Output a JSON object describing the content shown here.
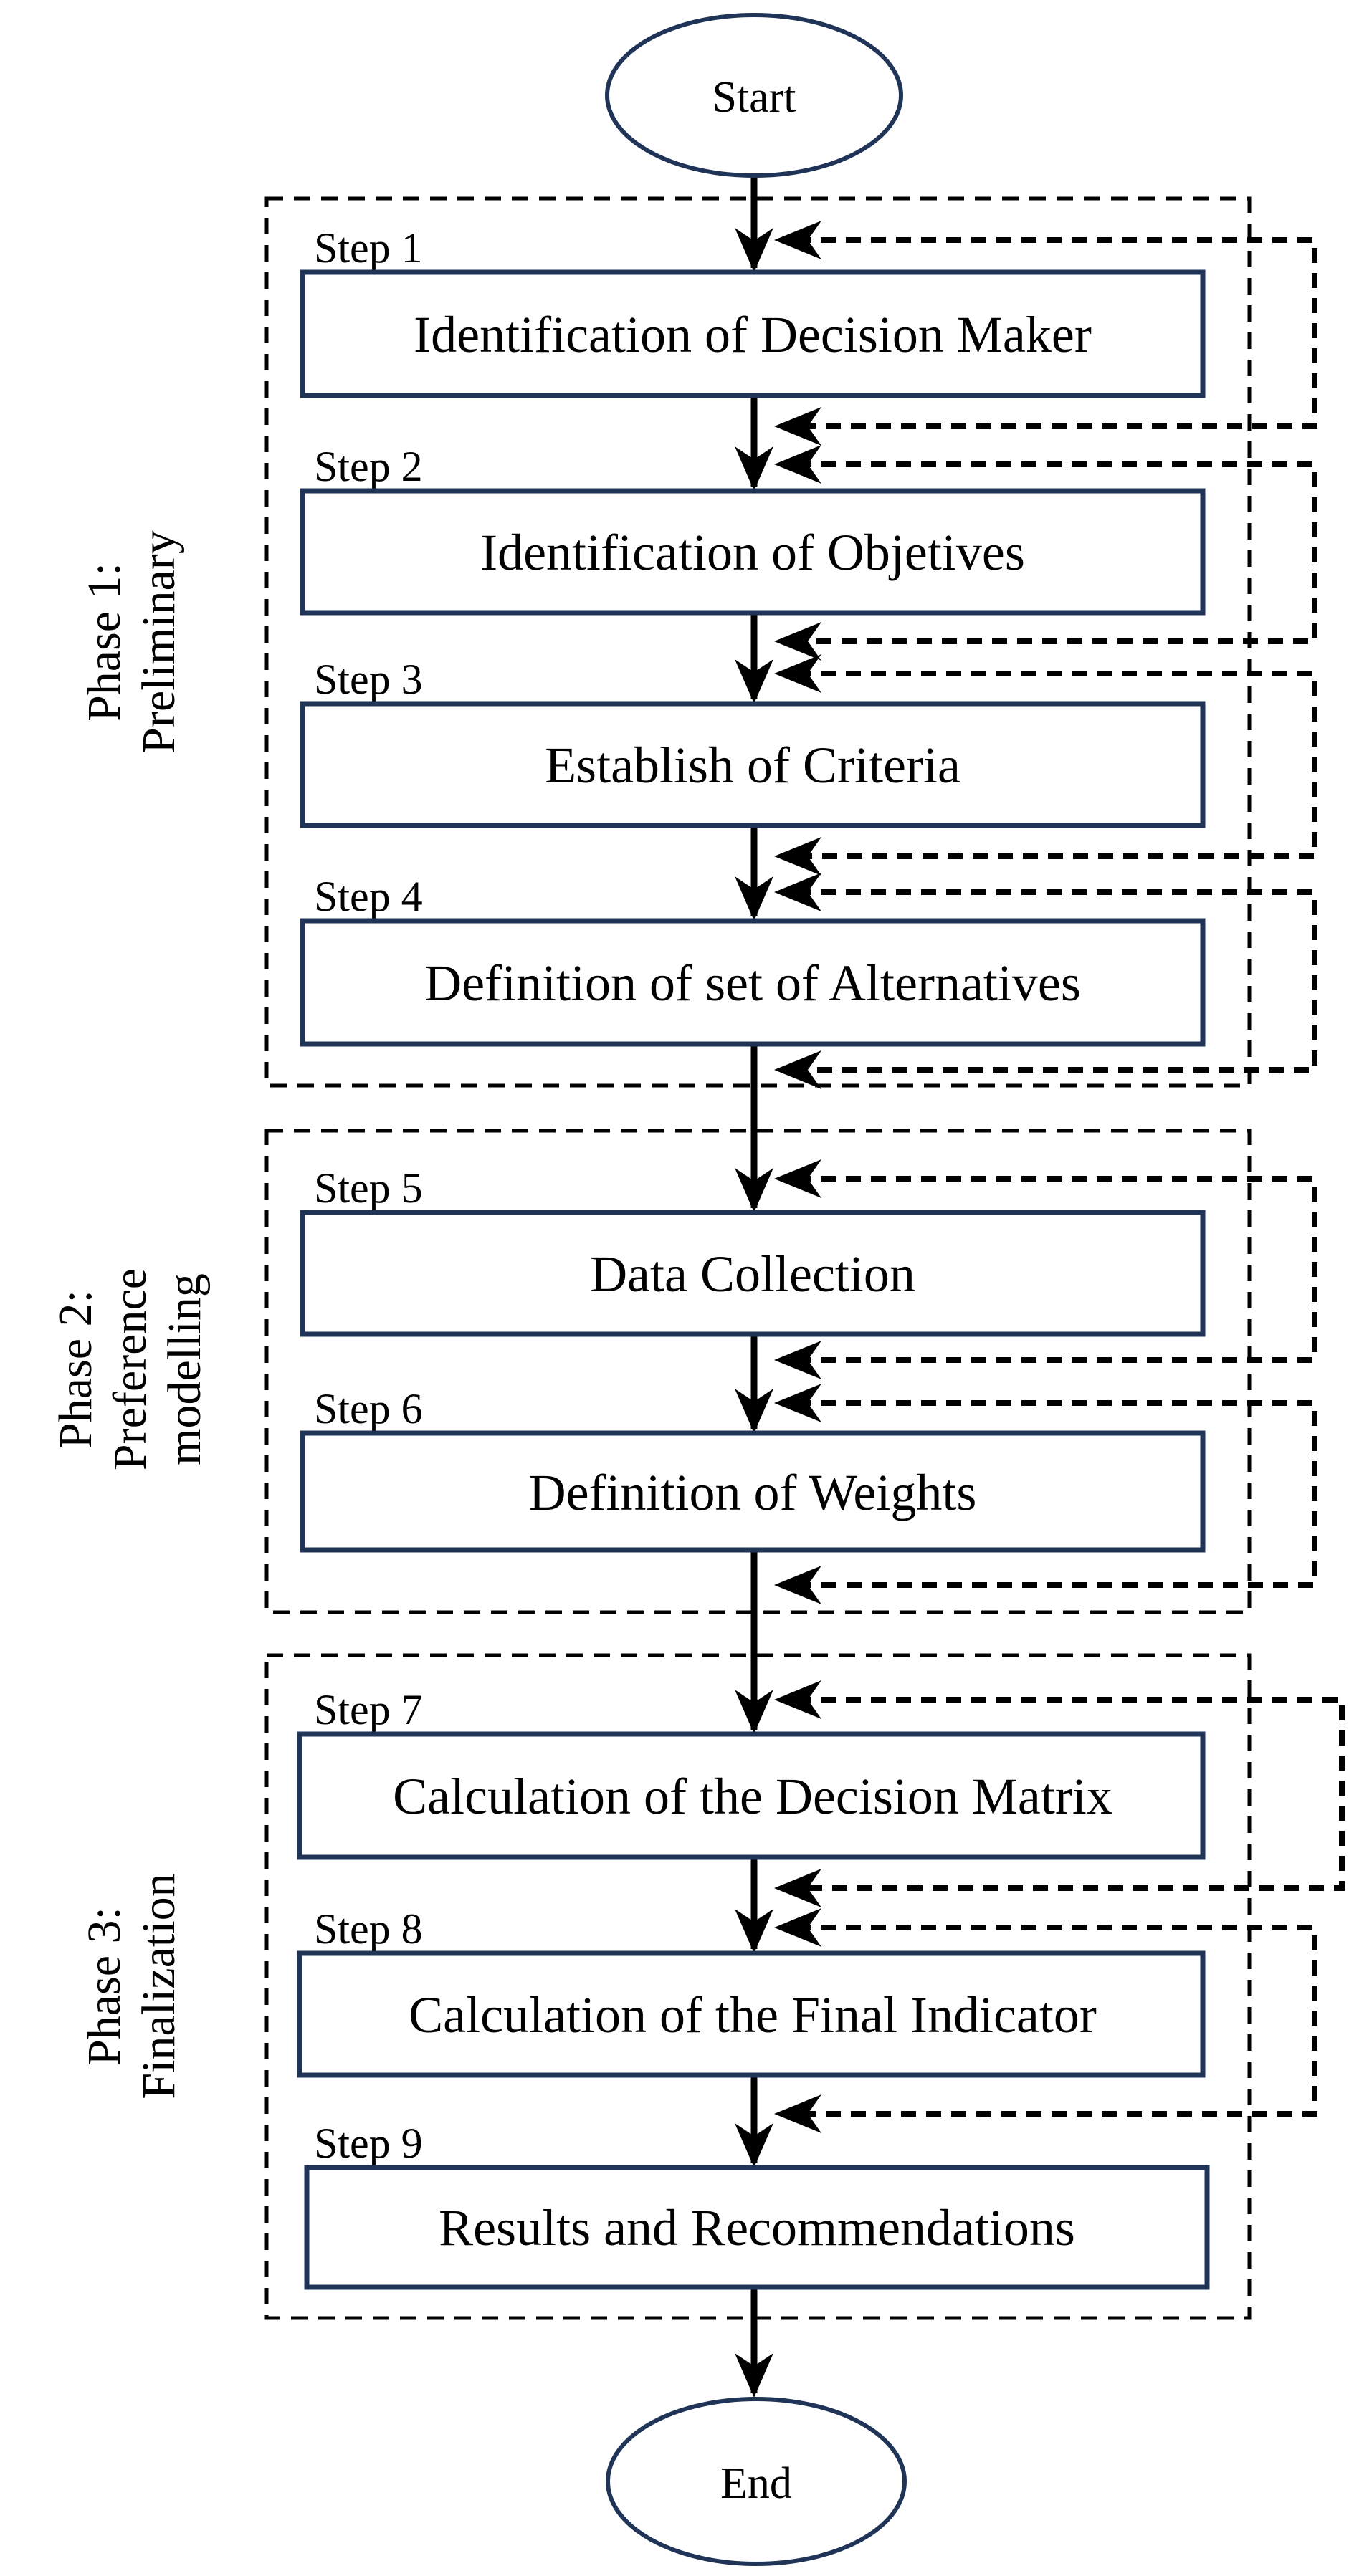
{
  "flowchart": {
    "start_label": "Start",
    "end_label": "End",
    "phases": [
      {
        "name": "phase-1",
        "lines": [
          "Phase 1:",
          "Preliminary",
          ""
        ]
      },
      {
        "name": "phase-2",
        "lines": [
          "Phase 2:",
          "Preference",
          "modelling"
        ]
      },
      {
        "name": "phase-3",
        "lines": [
          "Phase 3:",
          "Finalization",
          ""
        ]
      }
    ],
    "steps": [
      {
        "label": "Step 1",
        "text": "Identification of Decision Maker"
      },
      {
        "label": "Step 2",
        "text": "Identification of Objetives"
      },
      {
        "label": "Step 3",
        "text": "Establish of Criteria"
      },
      {
        "label": "Step 4",
        "text": "Definition of set of Alternatives"
      },
      {
        "label": "Step 5",
        "text": "Data Collection"
      },
      {
        "label": "Step 6",
        "text": "Definition of Weights"
      },
      {
        "label": "Step 7",
        "text": "Calculation of the Decision Matrix"
      },
      {
        "label": "Step 8",
        "text": "Calculation of the Final Indicator"
      },
      {
        "label": "Step 9",
        "text": "Results and Recommendations"
      }
    ],
    "colors": {
      "shape_border": "#1f3457",
      "line": "#000000",
      "text": "#000000",
      "background": "#ffffff"
    }
  }
}
